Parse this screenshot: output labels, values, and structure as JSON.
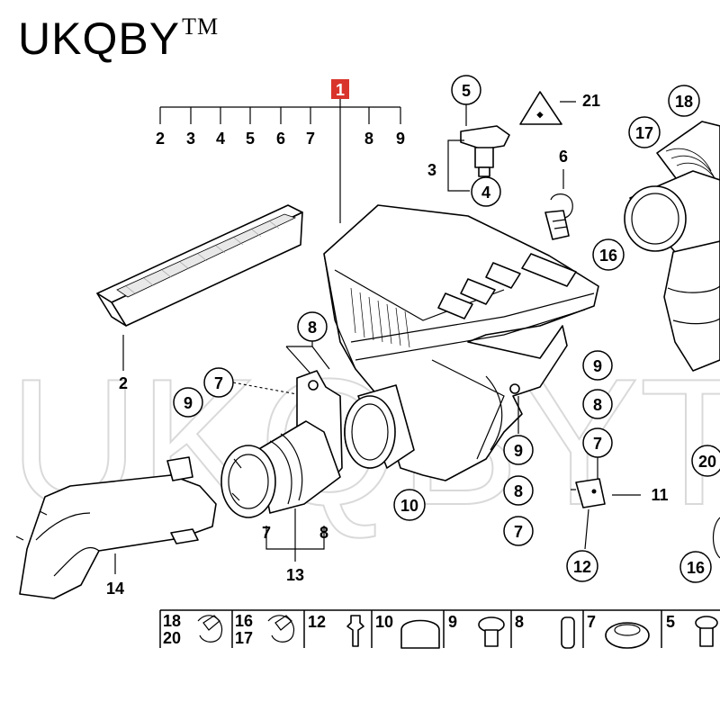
{
  "brand": {
    "name": "UKQBY",
    "trademark": "TM"
  },
  "watermark": "UKQBYTM",
  "main_callout": "1",
  "bracket_labels": [
    "2",
    "3",
    "4",
    "5",
    "6",
    "7",
    "8",
    "9"
  ],
  "callouts": {
    "c2": "2",
    "c3": "3",
    "c4": "4",
    "c5": "5",
    "c6": "6",
    "c7": "7",
    "c8": "8",
    "c9": "9",
    "c10": "10",
    "c11": "11",
    "c12": "12",
    "c13": "13",
    "c14": "14",
    "c16": "16",
    "c17": "17",
    "c18": "18",
    "c20": "20",
    "c21": "21"
  },
  "right_stack_upper": [
    "9",
    "8",
    "7"
  ],
  "right_stack_lower": [
    "9",
    "8",
    "7"
  ],
  "pipe_left_labels": [
    "7",
    "8"
  ],
  "legend": [
    "18\n20",
    "16\n17",
    "12",
    "10",
    "9",
    "8",
    "7",
    "5"
  ]
}
